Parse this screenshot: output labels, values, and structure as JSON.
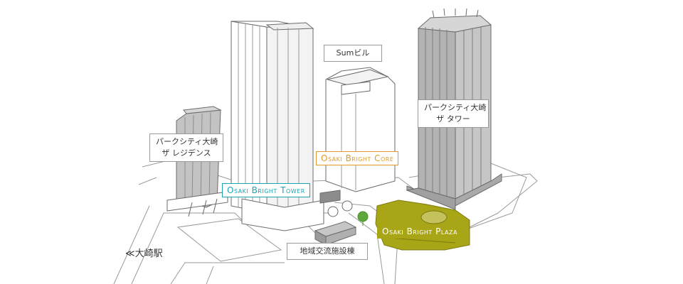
{
  "labels": {
    "sum_building": "Sumビル",
    "park_city_residence": [
      "パークシティ大崎",
      "ザ レジデンス"
    ],
    "park_city_tower": [
      "パークシティ大崎",
      "ザ タワー"
    ],
    "community_facility": "地域交流施設棟",
    "station": "≪大崎駅"
  },
  "highlights": {
    "tower": "Osaki Bright Tower",
    "core": "Osaki Bright Core",
    "plaza": "Osaki Bright Plaza"
  },
  "colors": {
    "tower": "#1aa6b5",
    "core": "#e39a2b",
    "plaza": "#a8a617",
    "building_gray": "#b3b3b3",
    "outline": "#6b6b6b"
  }
}
